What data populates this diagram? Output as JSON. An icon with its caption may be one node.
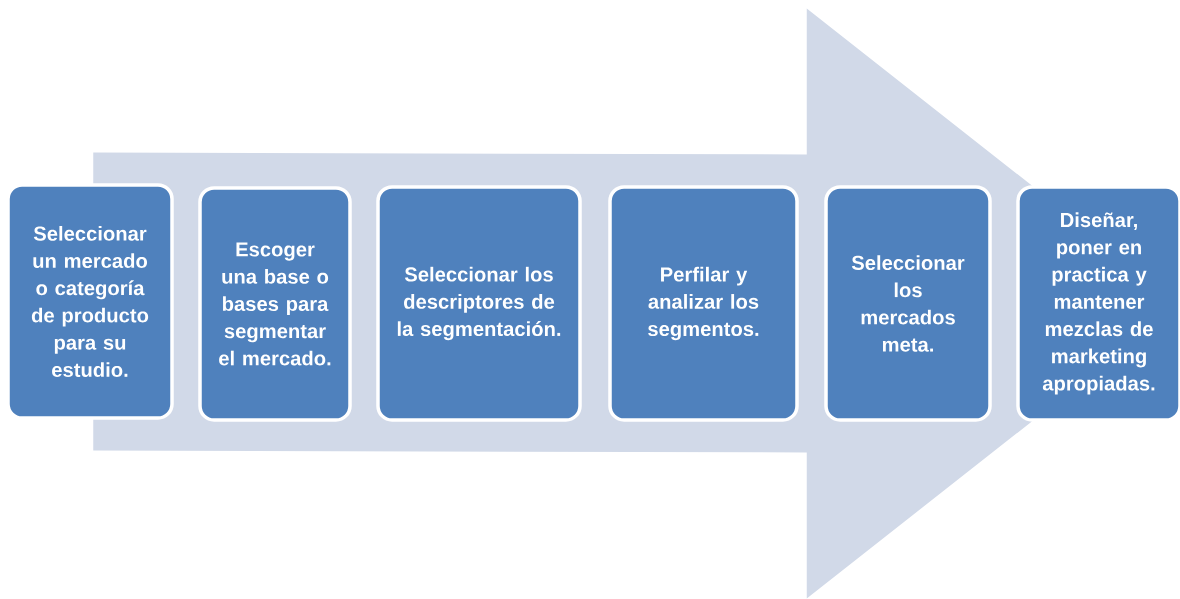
{
  "diagram": {
    "nodes": [
      {
        "text": [
          "Seleccionar un mercado o categoría de producto para su estudio."
        ]
      },
      {
        "text": [
          "Escoger una base o bases para segmentar el mercado."
        ]
      },
      {
        "text": [
          "Seleccionar los descriptores de la segmentación."
        ]
      },
      {
        "text": [
          "Perfilar y analizar los segmentos."
        ]
      },
      {
        "text": [
          "Seleccionar los mercados meta."
        ]
      },
      {
        "text": [
          "Diseñar, poner en practica y mantener mezclas de marketing apropiadas."
        ]
      }
    ],
    "edges": [
      {
        "from": 0,
        "to": 5,
        "arrow": "to"
      }
    ]
  }
}
